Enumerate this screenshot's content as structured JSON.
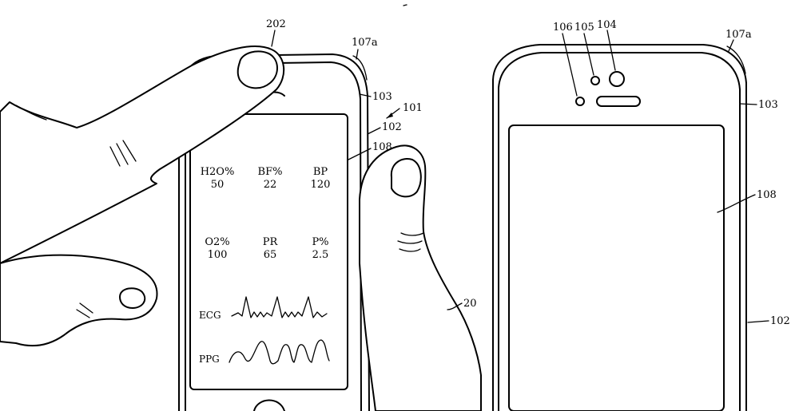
{
  "figure": {
    "left_refs": {
      "finger": "202",
      "edge": "107a",
      "bezel": "103",
      "device": "101",
      "housing": "102",
      "display": "108",
      "thumb": "20"
    },
    "right_refs": {
      "sensor_106": "106",
      "sensor_105": "105",
      "camera_104": "104",
      "edge": "107a",
      "bezel": "103",
      "display": "108",
      "housing": "102"
    },
    "metrics": [
      {
        "label": "H2O%",
        "value": "50"
      },
      {
        "label": "BF%",
        "value": "22"
      },
      {
        "label": "BP",
        "value": "120"
      },
      {
        "label": "O2%",
        "value": "100"
      },
      {
        "label": "PR",
        "value": "65"
      },
      {
        "label": "P%",
        "value": "2.5"
      }
    ],
    "traces": {
      "ecg": "ECG",
      "ppg": "PPG"
    }
  }
}
